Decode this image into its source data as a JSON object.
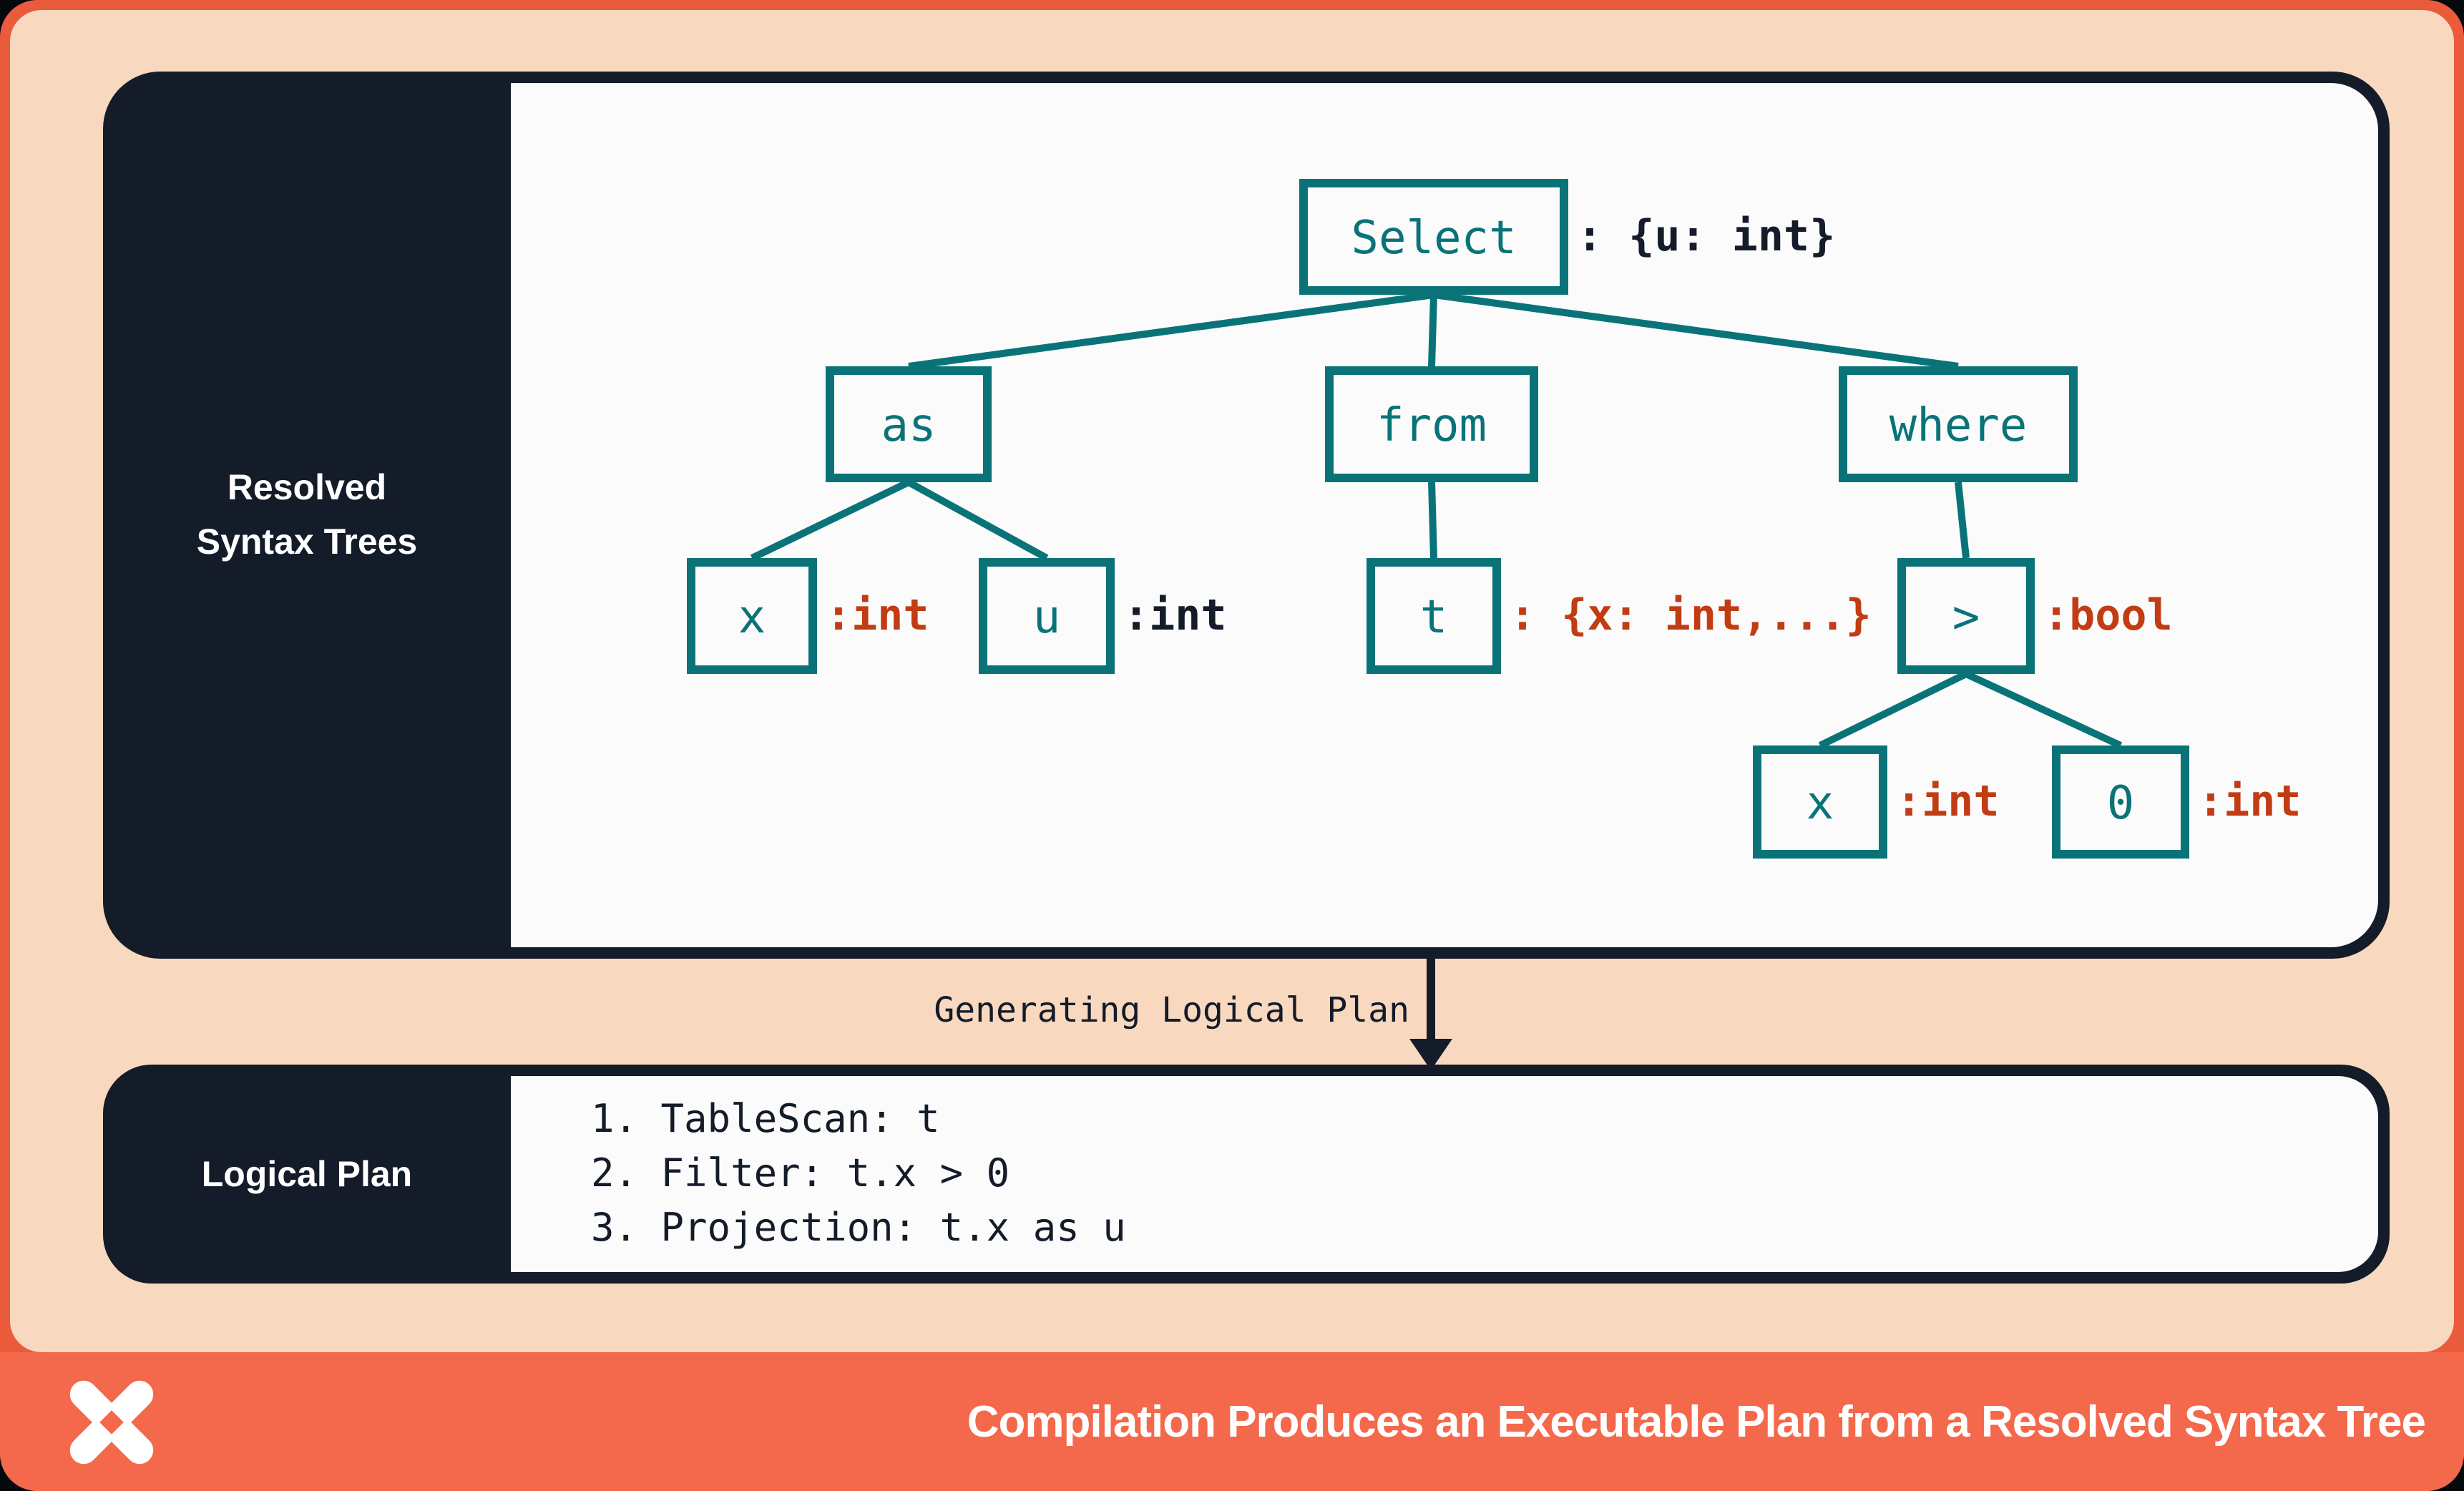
{
  "rst_panel": {
    "title_lines": [
      "Resolved",
      "Syntax Trees"
    ]
  },
  "tree": {
    "nodes": [
      {
        "id": "select",
        "label": "Select",
        "annotation": ": {u: int}",
        "annotation_style": "dark"
      },
      {
        "id": "as",
        "label": "as"
      },
      {
        "id": "from",
        "label": "from"
      },
      {
        "id": "where",
        "label": "where"
      },
      {
        "id": "x1",
        "label": "x",
        "annotation": ":int",
        "annotation_style": "red"
      },
      {
        "id": "u",
        "label": "u",
        "annotation": ":int",
        "annotation_style": "dark"
      },
      {
        "id": "t",
        "label": "t",
        "annotation": ": {x: int,...}",
        "annotation_style": "red"
      },
      {
        "id": "gt",
        "label": ">",
        "annotation": ":bool",
        "annotation_style": "red"
      },
      {
        "id": "x2",
        "label": "x",
        "annotation": ":int",
        "annotation_style": "red"
      },
      {
        "id": "zero",
        "label": "0",
        "annotation": ":int",
        "annotation_style": "red"
      }
    ],
    "edges": [
      [
        "select",
        "as"
      ],
      [
        "select",
        "from"
      ],
      [
        "select",
        "where"
      ],
      [
        "as",
        "x1"
      ],
      [
        "as",
        "u"
      ],
      [
        "from",
        "t"
      ],
      [
        "where",
        "gt"
      ],
      [
        "gt",
        "x2"
      ],
      [
        "gt",
        "zero"
      ]
    ]
  },
  "transition": {
    "label": "Generating Logical Plan"
  },
  "plan_panel": {
    "title": "Logical Plan",
    "steps": [
      "1. TableScan: t",
      "2. Filter: t.x > 0",
      "3. Projection: t.x as u"
    ]
  },
  "footer": {
    "title": "Compilation Produces an Executable Plan from a Resolved Syntax Tree",
    "logo": "shuriken-logo"
  },
  "colors": {
    "frame_orange": "#EA5B3C",
    "footer_orange": "#F4684B",
    "peach": "#F8D9BF",
    "navy": "#141B29",
    "teal": "#0A7378",
    "red": "#C23C13",
    "panel_white": "#FBFBFC"
  }
}
